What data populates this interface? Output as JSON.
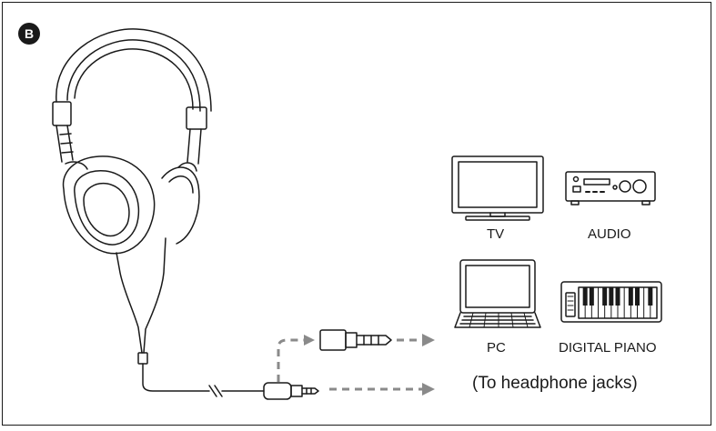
{
  "badge": "B",
  "devices": {
    "tv": "TV",
    "audio": "AUDIO",
    "pc": "PC",
    "piano": "DIGITAL PIANO"
  },
  "note": "(To headphone jacks)",
  "colors": {
    "ink": "#1a1a1a",
    "arrow": "#8a8a8a"
  }
}
